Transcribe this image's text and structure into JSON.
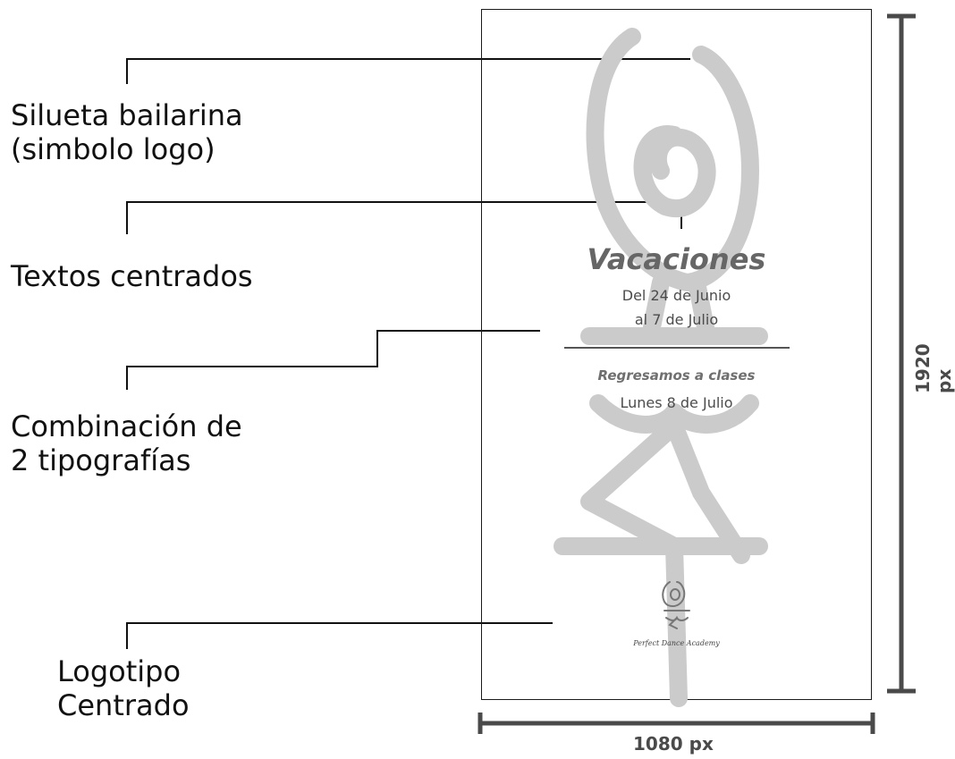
{
  "annotations": {
    "silhouette": {
      "line1": "Silueta bailarina",
      "line2": "(simbolo logo)"
    },
    "centered_text": {
      "line1": "Textos centrados"
    },
    "typography": {
      "line1": "Combinación de",
      "line2": "2 tipografías"
    },
    "logo": {
      "line1": "Logotipo",
      "line2": "Centrado"
    }
  },
  "poster": {
    "title": "Vacaciones",
    "dates_line1": "Del 24 de Junio",
    "dates_line2": "al 7 de Julio",
    "return_heading": "Regresamos a clases",
    "return_date": "Lunes 8 de Julio",
    "brand_name": "Perfect Dance Academy"
  },
  "dimensions": {
    "height_label": "1920 px",
    "width_label": "1080 px"
  },
  "colors": {
    "silhouette": "#cbcbcb",
    "lines": "#111111",
    "dimension_bars": "#4a4a4a",
    "text_gray": "#5c5c5c"
  }
}
